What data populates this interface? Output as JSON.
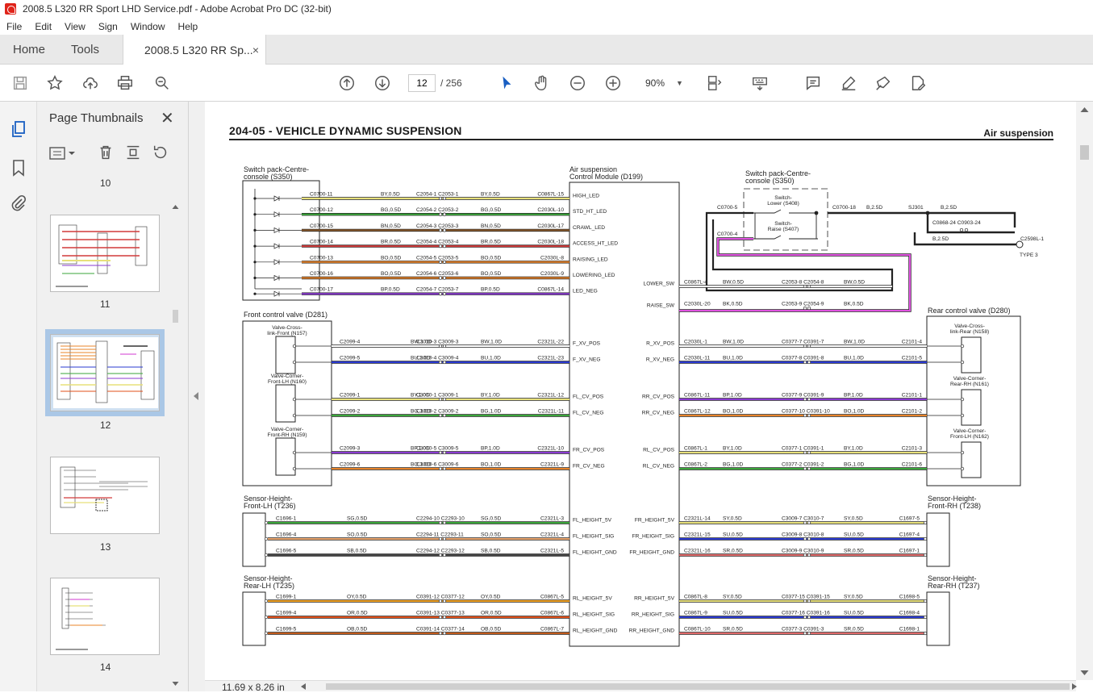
{
  "window": {
    "title": "2008.5 L320 RR Sport LHD Service.pdf - Adobe Acrobat Pro DC (32-bit)"
  },
  "menu": [
    "File",
    "Edit",
    "View",
    "Sign",
    "Window",
    "Help"
  ],
  "tabs": {
    "home": "Home",
    "tools": "Tools",
    "doc": "2008.5 L320 RR Sp...",
    "close": "×"
  },
  "toolbar": {
    "page": "12",
    "of": "/ 256",
    "zoom": "90%"
  },
  "panel": {
    "title": "Page Thumbnails",
    "labels": [
      "10",
      "11",
      "12",
      "13",
      "14"
    ]
  },
  "status": {
    "page_size": "11.69 x 8.26 in"
  },
  "doc": {
    "heading": "204-05 - VEHICLE DYNAMIC SUSPENSION",
    "heading_right": "Air suspension",
    "comp": {
      "s350a": [
        "Switch pack-Centre-",
        "console (S350)"
      ],
      "ecu": [
        "Air suspension",
        "Control Module (D199)"
      ],
      "s350b": [
        "Switch pack-Centre-",
        "console (S350)"
      ],
      "fcv": "Front control valve (D281)",
      "rcv": "Rear control valve (D280)",
      "flh": [
        "Sensor-Height-",
        "Front-LH (T236)"
      ],
      "frh": [
        "Sensor-Height-",
        "Front-RH (T238)"
      ],
      "rlh": [
        "Sensor-Height-",
        "Rear-LH (T235)"
      ],
      "rrh": [
        "Sensor-Height-",
        "Rear-RH (T237)"
      ],
      "v157": [
        "Valve-Cross-",
        "link-Front (N157)"
      ],
      "v160": [
        "Valve-Corner-",
        "Front-LH (N160)"
      ],
      "v159": [
        "Valve-Corner-",
        "Front-RH (N159)"
      ],
      "v158": [
        "Valve-Cross-",
        "link-Rear (N158)"
      ],
      "v161": [
        "Valve-Corner-",
        "Rear-RH (N161)"
      ],
      "v162": [
        "Valve-Corner-",
        "Front-LH (N162)"
      ],
      "sw_lower": [
        "Switch-",
        "Lower (S408)"
      ],
      "sw_raise": [
        "Switch-",
        "Raise (S407)"
      ]
    },
    "misc": {
      "c0700_5": "C0700-5",
      "c0700_4": "C0700-4",
      "c0700_18": "C0700-18",
      "b25a": "B,2.5D",
      "sj301": "SJ301",
      "b25b": "B,2.5D",
      "c0868": "C0868-24 C0903-24",
      "b25c": "B,2.5D",
      "c2598": "C2598L-1",
      "type3": "TYPE 3"
    },
    "left_rows": [
      {
        "a": "C0700-11",
        "w1": "BY,0.5D",
        "b": "C2054-1 C2053-1",
        "w2": "BY,0.5D",
        "c": "C0867L-15",
        "pin": "HIGH_LED",
        "color": "#e7e07a"
      },
      {
        "a": "C0700-12",
        "w1": "BG,0.5D",
        "b": "C2054-2 C2053-2",
        "w2": "BG,0.5D",
        "c": "C2030L-10",
        "pin": "STD_HT_LED",
        "color": "#3aa63a"
      },
      {
        "a": "C0700-15",
        "w1": "BN,0.5D",
        "b": "C2054-3 C2053-3",
        "w2": "BN,0.5D",
        "c": "C2030L-17",
        "pin": "CRAWL_LED",
        "color": "#8a5a2b"
      },
      {
        "a": "C0700-14",
        "w1": "BR,0.5D",
        "b": "C2054-4 C2053-4",
        "w2": "BR,0.5D",
        "c": "C2030L-18",
        "pin": "ACCESS_HT_LED",
        "color": "#d23a3a"
      },
      {
        "a": "C0700-13",
        "w1": "BO,0.5D",
        "b": "C2054-5 C2053-5",
        "w2": "BO,0.5D",
        "c": "C2030L-8",
        "pin": "RAISING_LED",
        "color": "#e8842a"
      },
      {
        "a": "C0700-16",
        "w1": "BO,0.5D",
        "b": "C2054-6 C2053-6",
        "w2": "BO,0.5D",
        "c": "C2030L-9",
        "pin": "LOWERING_LED",
        "color": "#e8842a"
      },
      {
        "a": "C0700-17",
        "w1": "BP,0.5D",
        "b": "C2054-7 C2053-7",
        "w2": "BP,0.5D",
        "c": "C0867L-14",
        "pin": "LED_NEG",
        "color": "#8a3ad2"
      }
    ],
    "sw_rows": [
      {
        "pin": "LOWER_SW",
        "a": "C0867L-4",
        "w1": "BW,0.5D",
        "b": "C2053-8 C2054-8",
        "w2": "BW,0.5D"
      },
      {
        "pin": "RAISE_SW",
        "a": "C2030L-20",
        "w1": "BK,0.5D",
        "b": "C2053-9 C2054-9",
        "w2": "BK,0.5D"
      }
    ],
    "fv_rows": [
      {
        "a": "C2099-4",
        "w1": "BW,1.0D",
        "b": "C3010-3 C3009-3",
        "w2": "BW,1.0D",
        "c": "C2321L-22",
        "pin": "F_XV_POS",
        "color": "#ffffff"
      },
      {
        "a": "C2099-5",
        "w1": "BU,1.0D",
        "b": "C3010-4 C3009-4",
        "w2": "BU,1.0D",
        "c": "C2321L-23",
        "pin": "F_XV_NEG",
        "color": "#2a3ad2"
      },
      {
        "a": "C2099-1",
        "w1": "BY,1.0D",
        "b": "C3010-1 C3009-1",
        "w2": "BY,1.0D",
        "c": "C2321L-12",
        "pin": "FL_CV_POS",
        "color": "#e7e07a"
      },
      {
        "a": "C2099-2",
        "w1": "BG,1.0D",
        "b": "C3010-2 C3009-2",
        "w2": "BG,1.0D",
        "c": "C2321L-11",
        "pin": "FL_CV_NEG",
        "color": "#3aa63a"
      },
      {
        "a": "C2099-3",
        "w1": "BP,1.0D",
        "b": "C3010-5 C3009-5",
        "w2": "BP,1.0D",
        "c": "C2321L-10",
        "pin": "FR_CV_POS",
        "color": "#8a3ad2"
      },
      {
        "a": "C2099-6",
        "w1": "BO,1.0D",
        "b": "C3010-6 C3009-6",
        "w2": "BO,1.0D",
        "c": "C2321L-9",
        "pin": "FR_CV_NEG",
        "color": "#e8842a"
      }
    ],
    "rv_rows": [
      {
        "pin": "R_XV_POS",
        "a": "C2030L-1",
        "w1": "BW,1.0D",
        "b": "C0377-7 C0391-7",
        "w2": "BW,1.0D",
        "c": "C2101-4",
        "color": "#ffffff"
      },
      {
        "pin": "R_XV_NEG",
        "a": "C2030L-11",
        "w1": "BU,1.0D",
        "b": "C0377-8 C0391-8",
        "w2": "BU,1.0D",
        "c": "C2101-5",
        "color": "#2a3ad2"
      },
      {
        "pin": "RR_CV_POS",
        "a": "C0867L-11",
        "w1": "BP,1.0D",
        "b": "C0377-9 C0391-9",
        "w2": "BP,1.0D",
        "c": "C2101-1",
        "color": "#8a3ad2"
      },
      {
        "pin": "RR_CV_NEG",
        "a": "C0867L-12",
        "w1": "BO,1.0D",
        "b": "C0377-10 C0391-10",
        "w2": "BO,1.0D",
        "c": "C2101-2",
        "color": "#e8842a"
      },
      {
        "pin": "RL_CV_POS",
        "a": "C0867L-1",
        "w1": "BY,1.0D",
        "b": "C0377-1 C0391-1",
        "w2": "BY,1.0D",
        "c": "C2101-3",
        "color": "#e7e07a"
      },
      {
        "pin": "RL_CV_NEG",
        "a": "C0867L-2",
        "w1": "BG,1.0D",
        "b": "C0377-2 C0391-2",
        "w2": "BG,1.0D",
        "c": "C2101-6",
        "color": "#3aa63a"
      }
    ],
    "fh_l": [
      {
        "a": "C1696-1",
        "w1": "SG,0.5D",
        "b": "C2294-10 C2293-10",
        "w2": "SG,0.5D",
        "c": "C2321L-3",
        "pin": "FL_HEIGHT_5V",
        "color": "#3aa63a"
      },
      {
        "a": "C1696-4",
        "w1": "SO,0.5D",
        "b": "C2294-11 C2293-11",
        "w2": "SO,0.5D",
        "c": "C2321L-4",
        "pin": "FL_HEIGHT_SIG",
        "color": "#e8a36a"
      },
      {
        "a": "C1696-5",
        "w1": "SB,0.5D",
        "b": "C2294-12 C2293-12",
        "w2": "SB,0.5D",
        "c": "C2321L-5",
        "pin": "FL_HEIGHT_GND",
        "color": "#444444"
      }
    ],
    "fh_r": [
      {
        "pin": "FR_HEIGHT_5V",
        "a": "C2321L-14",
        "w1": "SY,0.5D",
        "b": "C3009-7 C3010-7",
        "w2": "SY,0.5D",
        "c": "C1697-5",
        "color": "#e7e07a"
      },
      {
        "pin": "FR_HEIGHT_SIG",
        "a": "C2321L-15",
        "w1": "SU,0.5D",
        "b": "C3009-8 C3010-8",
        "w2": "SU,0.5D",
        "c": "C1697-4",
        "color": "#2a3ad2"
      },
      {
        "pin": "FR_HEIGHT_GND",
        "a": "C2321L-16",
        "w1": "SR,0.5D",
        "b": "C3009-9 C3010-9",
        "w2": "SR,0.5D",
        "c": "C1697-1",
        "color": "#e06a6a"
      }
    ],
    "rh_l": [
      {
        "a": "C1699-1",
        "w1": "OY,0.5D",
        "b": "C0391-12 C0377-12",
        "w2": "OY,0.5D",
        "c": "C0867L-5",
        "pin": "RL_HEIGHT_5V",
        "color": "#f0a020"
      },
      {
        "a": "C1699-4",
        "w1": "OR,0.5D",
        "b": "C0391-13 C0377-13",
        "w2": "OR,0.5D",
        "c": "C0867L-6",
        "pin": "RL_HEIGHT_SIG",
        "color": "#e0501a"
      },
      {
        "a": "C1699-5",
        "w1": "OB,0.5D",
        "b": "C0391-14 C0377-14",
        "w2": "OB,0.5D",
        "c": "C0867L-7",
        "pin": "RL_HEIGHT_GND",
        "color": "#c05a1a"
      }
    ],
    "rh_r": [
      {
        "pin": "RR_HEIGHT_5V",
        "a": "C0867L-8",
        "w1": "SY,0.5D",
        "b": "C0377-15 C0391-15",
        "w2": "SY,0.5D",
        "c": "C1698-5",
        "color": "#e7e07a"
      },
      {
        "pin": "RR_HEIGHT_SIG",
        "a": "C0867L-9",
        "w1": "SU,0.5D",
        "b": "C0377-16 C0391-16",
        "w2": "SU,0.5D",
        "c": "C1698-4",
        "color": "#2a3ad2"
      },
      {
        "pin": "RR_HEIGHT_GND",
        "a": "C0867L-10",
        "w1": "SR,0.5D",
        "b": "C0377-3 C0391-3",
        "w2": "SR,0.5D",
        "c": "C1698-1",
        "color": "#e06a6a"
      }
    ]
  }
}
